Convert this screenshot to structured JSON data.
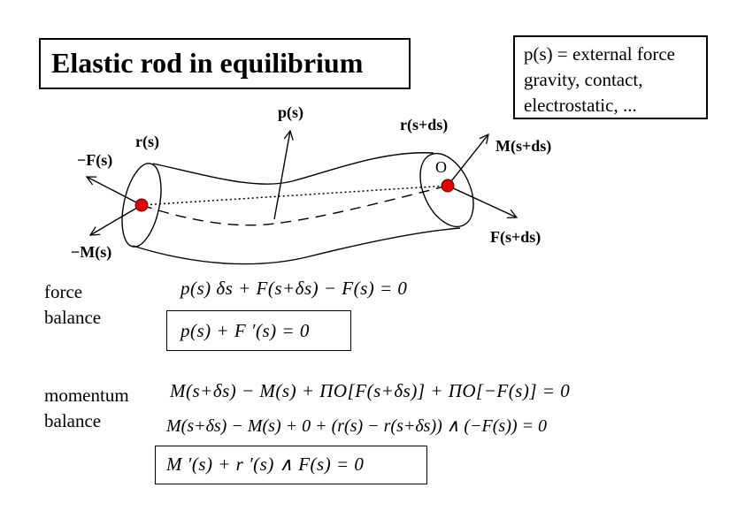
{
  "title": "Elastic rod in equilibrium",
  "note": {
    "line1": "p(s) = external force",
    "line2": "gravity, contact,",
    "line3": "electrostatic, ..."
  },
  "diagram_labels": {
    "p_s": "p(s)",
    "r_s": "r(s)",
    "r_s_ds": "r(s+ds)",
    "M_s_ds": "M(s+ds)",
    "minus_F_s": "−F(s)",
    "O": "O",
    "F_s_ds": "F(s+ds)",
    "minus_M_s": "−M(s)"
  },
  "force_balance": {
    "label_line1": "force",
    "label_line2": "balance",
    "eq1": "p(s) δs + F(s+δs) − F(s) = 0",
    "eq2": "p(s) + F ′(s) = 0"
  },
  "momentum_balance": {
    "label_line1": "momentum",
    "label_line2": "balance",
    "eq1": "M(s+δs) − M(s) + ΠO[F(s+δs)] + ΠO[−F(s)] = 0",
    "eq2": "M(s+δs) − M(s) + 0 + (r(s) − r(s+δs)) ∧ (−F(s)) = 0",
    "eq3": "M ′(s) + r ′(s) ∧ F(s) = 0"
  }
}
